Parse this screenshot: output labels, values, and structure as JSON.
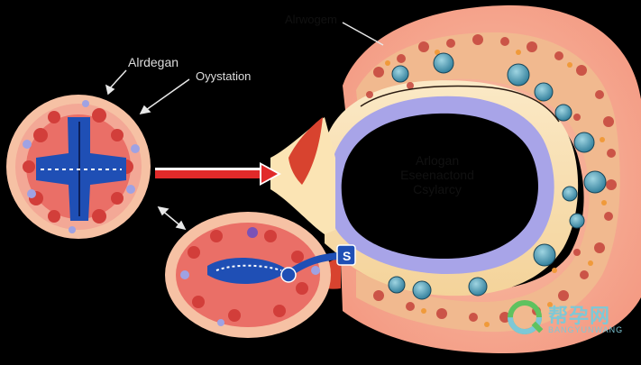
{
  "labels": {
    "top_right": "Alrwogem",
    "left_top": "Alrdegan",
    "left_middle": "Oyystation",
    "center_line1": "Arlogan",
    "center_line2": "Eseenactond",
    "center_line3": "Csylarcy",
    "small_box": "S"
  },
  "watermark": {
    "chinese": "帮孕网",
    "english": "BANGYUNWANG"
  },
  "colors": {
    "background": "#000000",
    "outer_tissue": "#f5a58c",
    "cream_layer": "#f9e2b8",
    "lavender_ring": "#a9a6e8",
    "red_arrow": "#e12a2a",
    "blue_core": "#1f4fb5",
    "teal_cells": "#4d9bb3"
  }
}
